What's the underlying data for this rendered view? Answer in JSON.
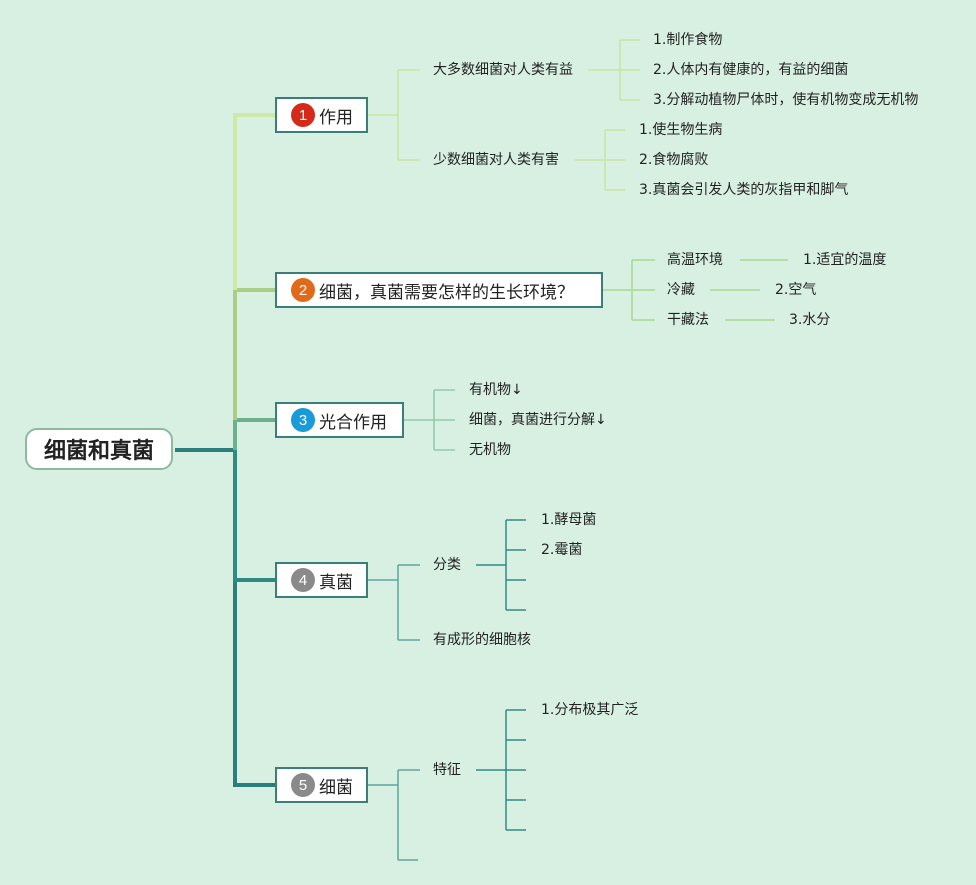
{
  "root": "细菌和真菌",
  "colors": {
    "background": "#d8f0e2",
    "branch1": "#cde9a6",
    "branch2": "#a8cf85",
    "branch3": "#6fb08c",
    "branch4": "#2f8a84",
    "branch5": "#2a7f7c",
    "num1": "#d42a1a",
    "num2": "#e06a1a",
    "num3": "#1a9ad8",
    "num4": "#8a8a8a",
    "num5": "#8a8a8a"
  },
  "topics": [
    {
      "num": "1",
      "label": "作用",
      "children": [
        {
          "label": "大多数细菌对人类有益",
          "leaves": [
            "1.制作食物",
            "2.人体内有健康的，有益的细菌",
            "3.分解动植物尸体时，使有机物变成无机物"
          ]
        },
        {
          "label": "少数细菌对人类有害",
          "leaves": [
            "1.使生物生病",
            "2.食物腐败",
            "3.真菌会引发人类的灰指甲和脚气"
          ]
        }
      ]
    },
    {
      "num": "2",
      "label": "细菌，真菌需要怎样的生长环境？",
      "children": [
        {
          "label": "高温环境",
          "leaves": [
            "1.适宜的温度"
          ]
        },
        {
          "label": "冷藏",
          "leaves": [
            "2.空气"
          ]
        },
        {
          "label": "干藏法",
          "leaves": [
            "3.水分"
          ]
        }
      ]
    },
    {
      "num": "3",
      "label": "光合作用",
      "children": [
        {
          "label": "有机物↓",
          "leaves": []
        },
        {
          "label": "细菌，真菌进行分解↓",
          "leaves": []
        },
        {
          "label": "无机物",
          "leaves": []
        }
      ]
    },
    {
      "num": "4",
      "label": "真菌",
      "children": [
        {
          "label": "分类",
          "leaves": [
            "1.酵母菌",
            "2.霉菌",
            "",
            ""
          ]
        },
        {
          "label": "有成形的细胞核",
          "leaves": []
        }
      ]
    },
    {
      "num": "5",
      "label": "细菌",
      "children": [
        {
          "label": "特征",
          "leaves": [
            "1.分布极其广泛",
            "",
            "",
            "",
            ""
          ]
        },
        {
          "label": "",
          "leaves": []
        }
      ]
    }
  ]
}
